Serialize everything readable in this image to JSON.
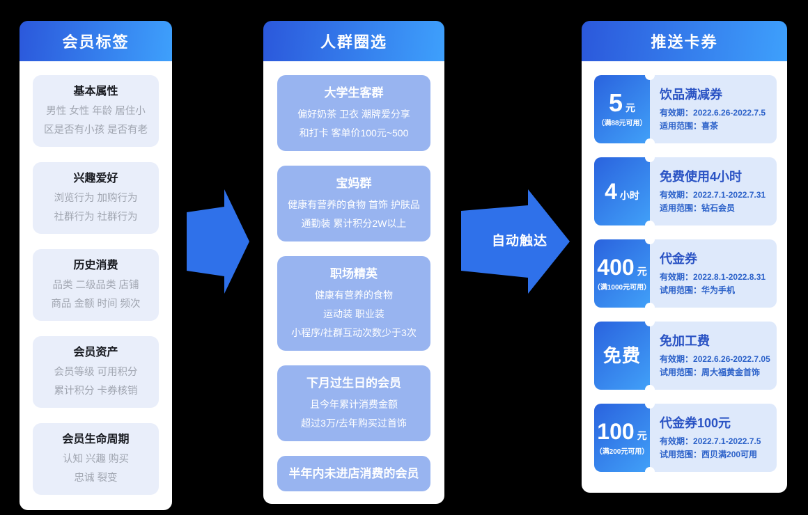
{
  "diagram": {
    "arrow_label": "自动触达",
    "colors": {
      "header_gradient_start": "#2B58DB",
      "header_gradient_end": "#3EA0FC",
      "arrow_blue": "#2F71EA",
      "tag_card_bg": "#E9EEFA",
      "segment_card_bg": "#98B4F0",
      "coupon_left_gradient_start": "#2A63DE",
      "coupon_left_gradient_end": "#41A0F8",
      "coupon_right_bg": "#DEE9FB",
      "coupon_text_blue": "#2B61C9"
    },
    "columns": [
      {
        "title": "会员标签",
        "cards": [
          {
            "title": "基本属性",
            "lines": [
              "男性 女性 年龄 居住小",
              "区是否有小孩 是否有老"
            ]
          },
          {
            "title": "兴趣爱好",
            "lines": [
              "浏览行为 加购行为",
              "社群行为 社群行为"
            ]
          },
          {
            "title": "历史消费",
            "lines": [
              "品类 二级品类 店铺",
              "商品 金额 时间 频次"
            ]
          },
          {
            "title": "会员资产",
            "lines": [
              "会员等级 可用积分",
              "累计积分 卡券核销"
            ]
          },
          {
            "title": "会员生命周期",
            "lines": [
              "认知 兴趣 购买",
              "忠诚 裂变"
            ]
          }
        ]
      },
      {
        "title": "人群圈选",
        "cards": [
          {
            "title": "大学生客群",
            "lines": [
              "偏好奶茶 卫衣 潮牌爱分享",
              "和打卡 客单价100元~500"
            ]
          },
          {
            "title": "宝妈群",
            "lines": [
              "健康有营养的食物 首饰 护肤品",
              "通勤装 累计积分2W以上"
            ]
          },
          {
            "title": "职场精英",
            "lines": [
              "健康有营养的食物",
              "运动装 职业装",
              "小程序/社群互动次数少于3次"
            ]
          },
          {
            "title": "下月过生日的会员",
            "lines": [
              "且今年累计消费金额",
              "超过3万/去年购买过首饰"
            ]
          },
          {
            "title": "半年内未进店消费的会员",
            "lines": []
          }
        ]
      },
      {
        "title": "推送卡券",
        "coupons": [
          {
            "value": "5",
            "unit": "元",
            "condition": "（满88元可用）",
            "name": "饮品满减券",
            "line1_label": "有效期：",
            "line1_value": "2022.6.26-2022.7.5",
            "line2_label": "适用范围：",
            "line2_value": "喜茶"
          },
          {
            "value": "4",
            "unit": "小时",
            "condition": "",
            "name": "免费使用4小时",
            "line1_label": "有效期：",
            "line1_value": "2022.7.1-2022.7.31",
            "line2_label": "适用范围：",
            "line2_value": "钻石会员"
          },
          {
            "value": "400",
            "unit": "元",
            "condition": "（满1000元可用）",
            "name": "代金券",
            "line1_label": "有效期：",
            "line1_value": "2022.8.1-2022.8.31",
            "line2_label": "试用范围：",
            "line2_value": "华为手机"
          },
          {
            "value": "免费",
            "unit": "",
            "condition": "",
            "name": "免加工费",
            "line1_label": "有效期：",
            "line1_value": "2022.6.26-2022.7.05",
            "line2_label": "试用范围：",
            "line2_value": "周大福黄金首饰"
          },
          {
            "value": "100",
            "unit": "元",
            "condition": "（满200元可用）",
            "name": "代金券100元",
            "line1_label": "有效期：",
            "line1_value": "2022.7.1-2022.7.5",
            "line2_label": "试用范围：",
            "line2_value": "西贝满200可用"
          }
        ]
      }
    ]
  }
}
